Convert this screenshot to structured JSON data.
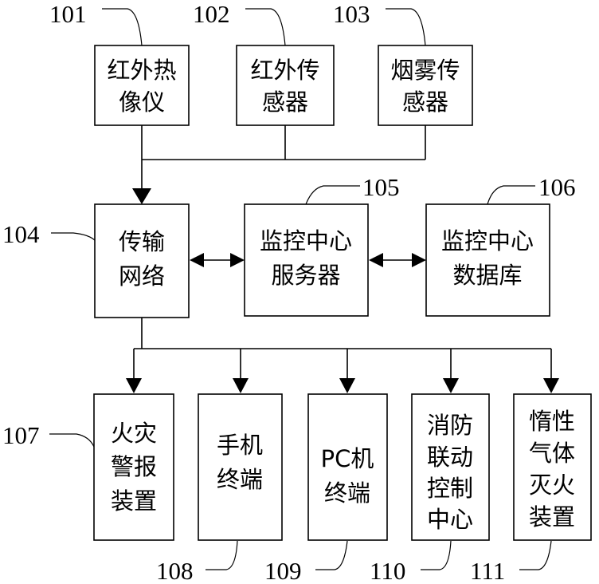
{
  "boxes": [
    {
      "id": "101",
      "lines": [
        "红外热",
        "像仪"
      ]
    },
    {
      "id": "102",
      "lines": [
        "红外传",
        "感器"
      ]
    },
    {
      "id": "103",
      "lines": [
        "烟雾传",
        "感器"
      ]
    },
    {
      "id": "104",
      "lines": [
        "传输",
        "网络"
      ]
    },
    {
      "id": "105",
      "lines": [
        "监控中心",
        "服务器"
      ]
    },
    {
      "id": "106",
      "lines": [
        "监控中心",
        "数据库"
      ]
    },
    {
      "id": "107",
      "lines": [
        "火灾",
        "警报",
        "装置"
      ]
    },
    {
      "id": "108",
      "lines": [
        "手机",
        "终端"
      ]
    },
    {
      "id": "109",
      "lines": [
        "PC机",
        "终端"
      ]
    },
    {
      "id": "110",
      "lines": [
        "消防",
        "联动",
        "控制",
        "中心"
      ]
    },
    {
      "id": "111",
      "lines": [
        "惰性",
        "气体",
        "灭火",
        "装置"
      ]
    }
  ],
  "colors": {
    "stroke": "#000000",
    "background": "#ffffff"
  }
}
